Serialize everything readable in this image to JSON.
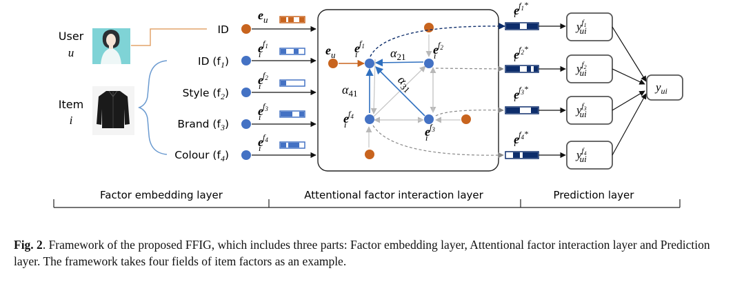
{
  "user": {
    "label": "User",
    "symbol": "u"
  },
  "item": {
    "label": "Item",
    "symbol": "i"
  },
  "inputs": {
    "id": "ID",
    "f1": "ID (f",
    "f2": "Style (f",
    "f3": "Brand (f",
    "f4": "Colour (f",
    "f1_sub": "1",
    "f2_sub": "2",
    "f3_sub": "3",
    "f4_sub": "4",
    "close": ")"
  },
  "symbols": {
    "e": "e",
    "u": "u",
    "i": "i",
    "f": "f",
    "star": "*",
    "y": "y",
    "ui": "ui",
    "alpha": "α",
    "a21": "21",
    "a31": "31",
    "a41": "41"
  },
  "layers": {
    "embedding": "Factor embedding layer",
    "interaction": "Attentional factor interaction layer",
    "prediction": "Prediction layer"
  },
  "caption": {
    "label": "Fig. 2",
    "text": ". Framework of the proposed FFIG, which includes three parts: Factor embedding layer, Attentional factor interaction layer and Prediction layer. The framework takes four fields of item factors as an example."
  },
  "colors": {
    "orange": "#c8641e",
    "blue": "#4472c4",
    "navy": "#0d2d6b",
    "gray": "#b0b0b0",
    "avatar_bg": "#7fd3d6"
  }
}
